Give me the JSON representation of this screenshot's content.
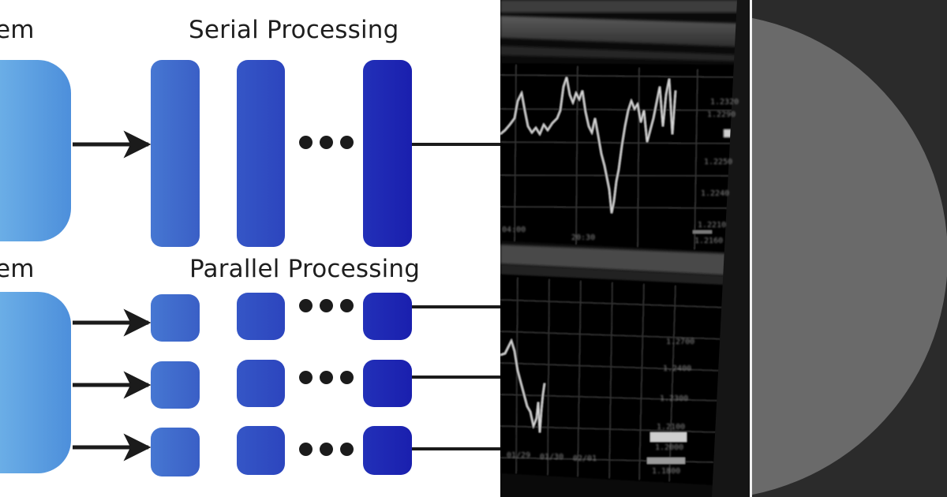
{
  "diagram": {
    "serial_title": "Serial Processing",
    "parallel_title": "Parallel Processing",
    "left_label_top": "em",
    "left_label_bottom": "em",
    "colors": {
      "light_blue": "#6cb4e6",
      "mid_blue": "#3a62cc",
      "dark_blue": "#1c24b4",
      "arrow": "#1b1b1b"
    }
  },
  "monitor_photo": {
    "upper_axis_values": [
      "1.2320",
      "1.2290",
      "1.2250",
      "1.2240",
      "1.2210",
      "1.2160"
    ],
    "upper_time_labels": [
      "04:00",
      "20:30"
    ],
    "lower_axis_values": [
      "1.2700",
      "1.2400",
      "1.2300",
      "1.2100",
      "1.2000",
      "1.1800"
    ],
    "lower_time_labels": [
      "01/29",
      "01/30",
      "02/01"
    ]
  },
  "circle_panel": {
    "background": "#2b2b2b",
    "circle_color": "#6a6a6a"
  }
}
